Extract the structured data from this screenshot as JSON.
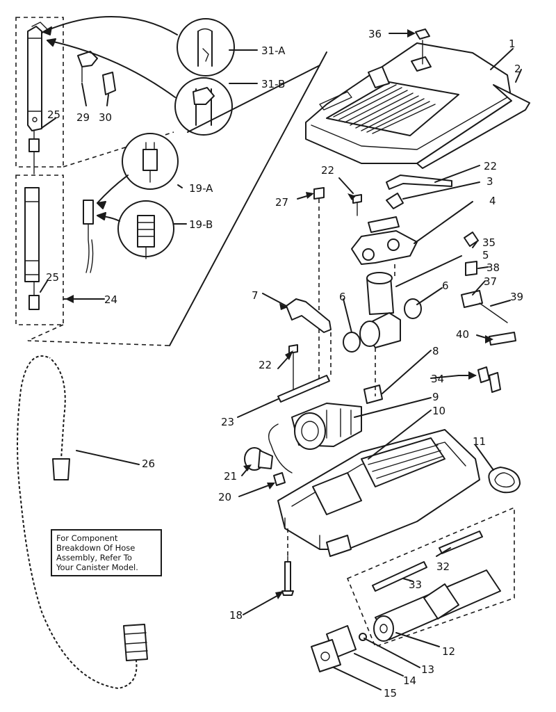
{
  "callouts": {
    "p1": "1",
    "p2": "2",
    "p3": "3",
    "p4": "4",
    "p5": "5",
    "p6a": "6",
    "p6b": "6",
    "p7": "7",
    "p8": "8",
    "p9": "9",
    "p10": "10",
    "p11": "11",
    "p12": "12",
    "p13": "13",
    "p14": "14",
    "p15": "15",
    "p18": "18",
    "p19a": "19-A",
    "p19b": "19-B",
    "p20": "20",
    "p21": "21",
    "p22a": "22",
    "p22b": "22",
    "p22c": "22",
    "p23": "23",
    "p24": "24",
    "p25a": "25",
    "p25b": "25",
    "p26": "26",
    "p27": "27",
    "p29": "29",
    "p30": "30",
    "p31a": "31-A",
    "p31b": "31-B",
    "p32": "32",
    "p33": "33",
    "p34": "34",
    "p35": "35",
    "p36": "36",
    "p37": "37",
    "p38": "38",
    "p39": "39",
    "p40": "40"
  },
  "note": {
    "line1": "For Component",
    "line2": "Breakdown Of Hose",
    "line3": "Assembly, Refer To",
    "line4": "Your Canister Model."
  }
}
